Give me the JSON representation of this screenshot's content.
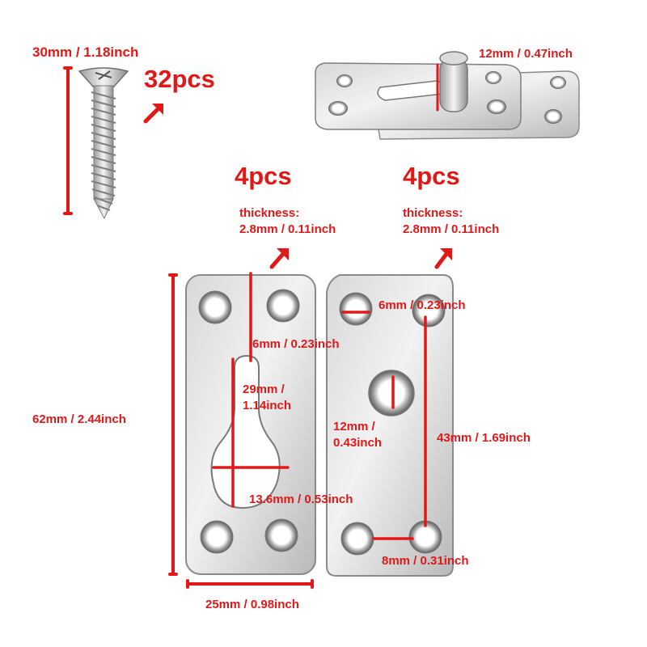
{
  "colors": {
    "annotation": "#e01818",
    "metal_light": "#e9e9e9",
    "metal_dark": "#8a8a8a"
  },
  "screw": {
    "length": "30mm / 1.18inch",
    "quantity": "32pcs"
  },
  "pin_plate": {
    "pin_height": "12mm / 0.47inch"
  },
  "keyhole_plate": {
    "quantity": "4pcs",
    "thickness_label": "thickness:",
    "thickness_value": "2.8mm / 0.11inch",
    "height": "62mm / 2.44inch",
    "width": "25mm / 0.98inch",
    "hole_to_slot": "6mm / 0.23inch",
    "slot_length_1": "29mm /",
    "slot_length_2": "1.14inch",
    "slot_width": "13.6mm / 0.53inch"
  },
  "pin_base_plate": {
    "quantity": "4pcs",
    "thickness_label": "thickness:",
    "thickness_value": "2.8mm / 0.11inch",
    "hole_diameter": "6mm / 0.23inch",
    "pin_hole_1": "12mm /",
    "pin_hole_2": "0.43inch",
    "hole_spacing_vertical": "43mm / 1.69inch",
    "hole_spacing_horizontal": "8mm / 0.31inch"
  }
}
